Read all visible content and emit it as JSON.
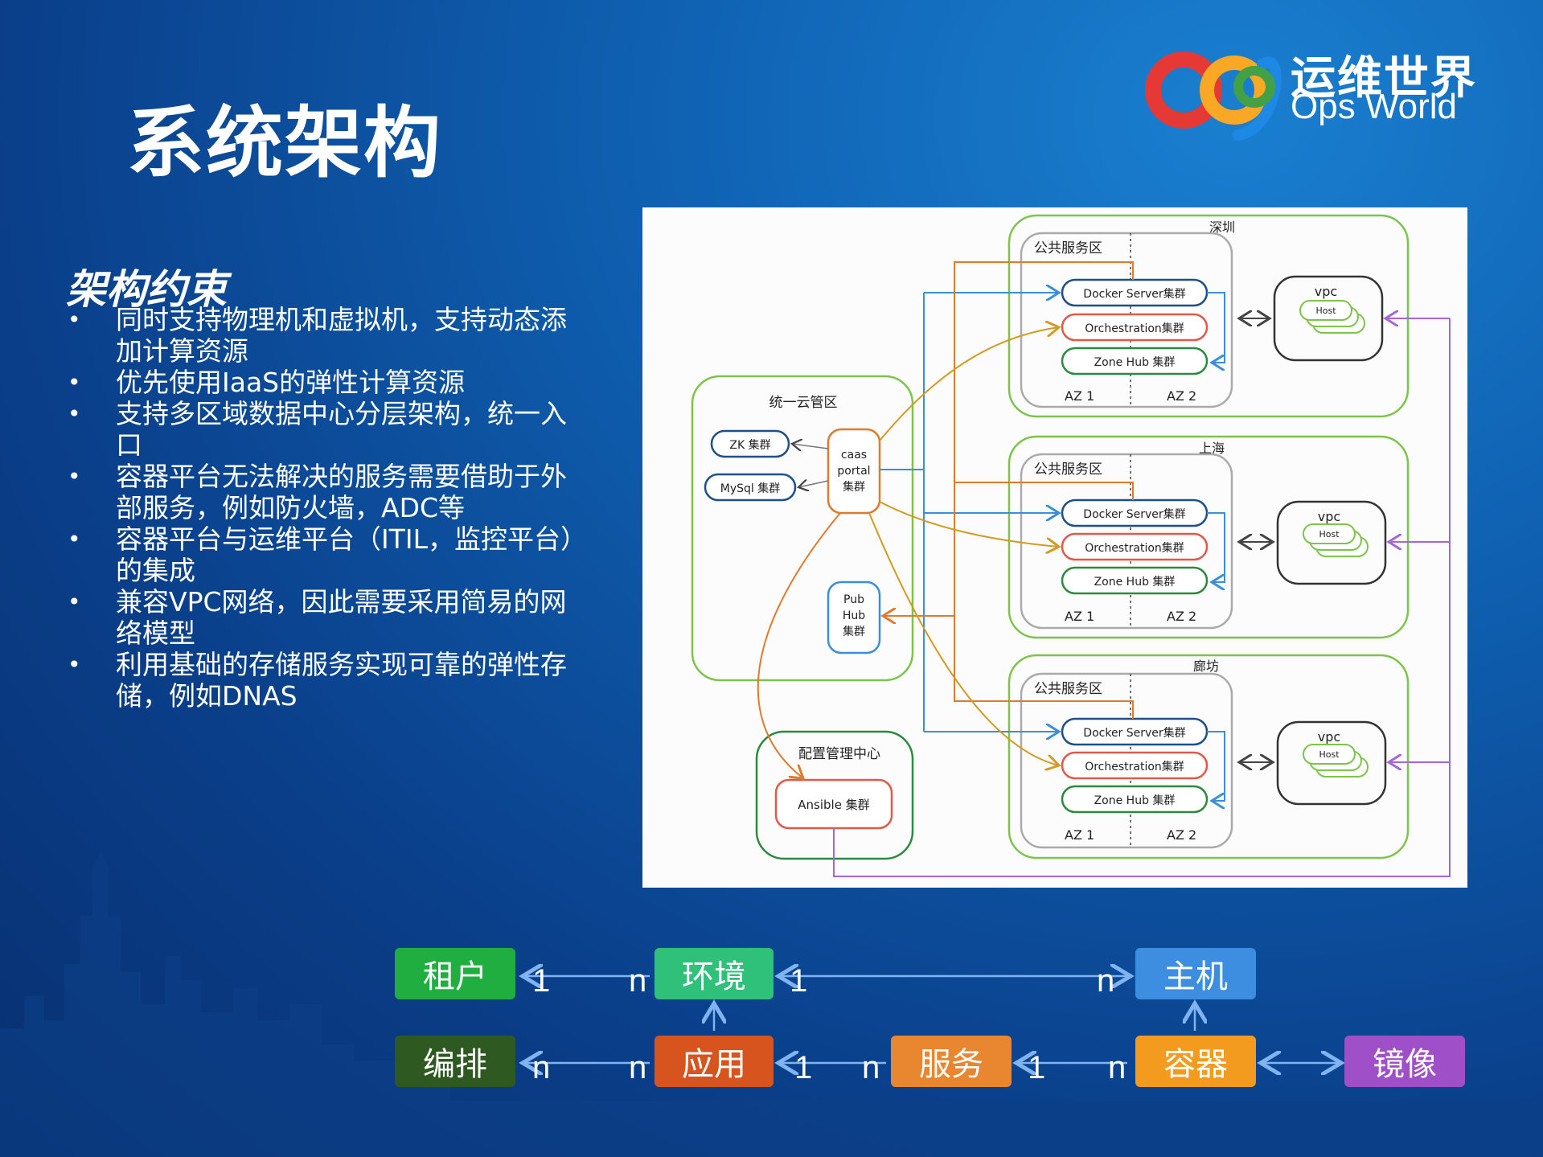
{
  "title": "系统架构",
  "logo": {
    "cn": "运维世界",
    "en": "Ops World"
  },
  "constraints": {
    "heading": "架构约束",
    "items": [
      "同时支持物理机和虚拟机，支持动态添加计算资源",
      "优先使用IaaS的弹性计算资源",
      "支持多区域数据中心分层架构，统一入口",
      "容器平台无法解决的服务需要借助于外部服务，例如防火墙，ADC等",
      "容器平台与运维平台（ITIL，监控平台）的集成",
      "兼容VPC网络，因此需要采用简易的网络模型",
      "利用基础的存储服务实现可靠的弹性存储，例如DNAS"
    ]
  },
  "diagram": {
    "mgmt": {
      "title": "统一云管区",
      "zk": "ZK 集群",
      "mysql": "MySql 集群",
      "caas": [
        "caas",
        "portal",
        "集群"
      ],
      "pubhub": [
        "Pub",
        "Hub",
        "集群"
      ]
    },
    "config": {
      "title": "配置管理中心",
      "ansible": "Ansible 集群"
    },
    "regions": [
      {
        "name": "深圳",
        "public": "公共服务区",
        "docker": "Docker Server集群",
        "orch": "Orchestration集群",
        "zone": "Zone Hub 集群",
        "az1": "AZ 1",
        "az2": "AZ 2",
        "vpc": "vpc",
        "host": "Host"
      },
      {
        "name": "上海",
        "public": "公共服务区",
        "docker": "Docker Server集群",
        "orch": "Orchestration集群",
        "zone": "Zone Hub 集群",
        "az1": "AZ 1",
        "az2": "AZ 2",
        "vpc": "vpc",
        "host": "Host"
      },
      {
        "name": "廊坊",
        "public": "公共服务区",
        "docker": "Docker Server集群",
        "orch": "Orchestration集群",
        "zone": "Zone Hub 集群",
        "az1": "AZ 1",
        "az2": "AZ 2",
        "vpc": "vpc",
        "host": "Host"
      }
    ],
    "colors": {
      "blue": "#3a8fdc",
      "orange": "#e07a2c",
      "gold": "#d49a22",
      "purple": "#a566d8",
      "green": "#7cc44a",
      "navy": "#1f4f8a",
      "red": "#e05a4a",
      "darkgreen": "#2c8a3e"
    }
  },
  "er": {
    "tenant": "租户",
    "env": "环境",
    "host": "主机",
    "orch": "编排",
    "app": "应用",
    "service": "服务",
    "container": "容器",
    "image": "镜像",
    "labels": {
      "one": "1",
      "n": "n"
    }
  }
}
